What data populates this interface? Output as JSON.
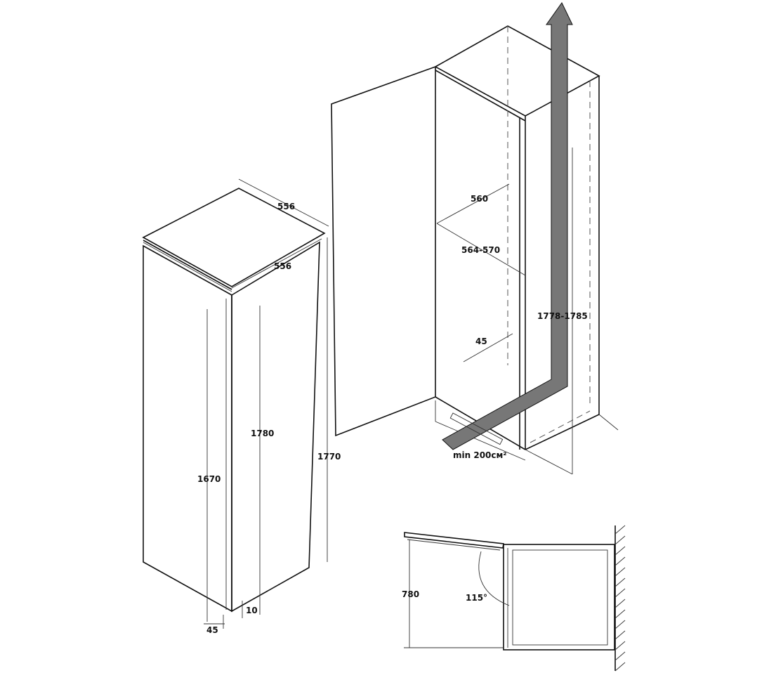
{
  "colors": {
    "line": "#111111",
    "airflow": "#777777"
  },
  "appliance": {
    "width": "556",
    "depth": "556",
    "height_total": "1780",
    "height_body": "1670",
    "height_side": "1770",
    "foot": "10",
    "door_offset": "45"
  },
  "niche": {
    "width": "560",
    "width_range": "564-570",
    "height_range": "1778-1785",
    "door_offset": "45",
    "ventilation": "min 200см²"
  },
  "top_view": {
    "depth": "780",
    "angle": "115°"
  }
}
